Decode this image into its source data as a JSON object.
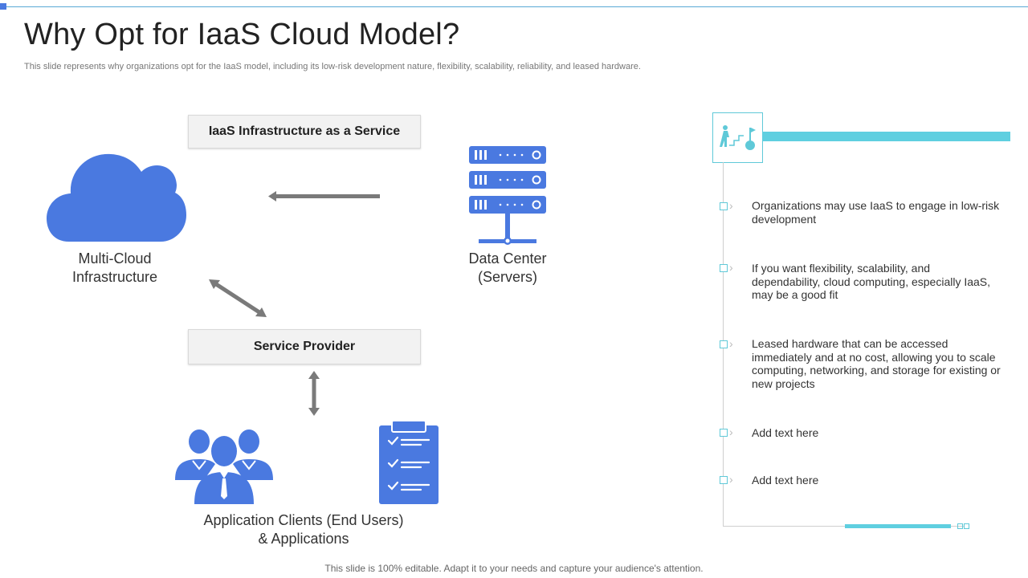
{
  "slide": {
    "title": "Why Opt for IaaS Cloud Model?",
    "subtitle": "This slide represents why organizations opt for the IaaS model, including its low-risk development nature, flexibility,  scalability, reliability, and leased hardware.",
    "footer": "This slide is 100% editable. Adapt it to your needs and capture your audience's attention."
  },
  "diagram": {
    "iaas_box": "IaaS Infrastructure as a Service",
    "service_provider_box": "Service Provider",
    "multi_cloud_label_line1": "Multi-Cloud",
    "multi_cloud_label_line2": "Infrastructure",
    "data_center_label_line1": "Data Center",
    "data_center_label_line2": "(Servers)",
    "clients_label_line1": "Application Clients (End Users)",
    "clients_label_line2": "& Applications"
  },
  "side_list": {
    "header_icon": "steps-to-goal-icon",
    "accent_color": "#5fcfe0",
    "items": [
      "Organizations may use IaaS to engage in low-risk development",
      "If you want flexibility, scalability, and dependability, cloud computing, especially IaaS, may be a good fit",
      "Leased hardware that can be accessed immediately and at no cost, allowing you to scale computing, networking, and storage for existing or new projects",
      "Add text here",
      "Add text here"
    ]
  },
  "colors": {
    "icon_blue": "#4a79e0",
    "arrow_gray": "#7a7a7a",
    "accent_cyan": "#5fcfe0"
  }
}
